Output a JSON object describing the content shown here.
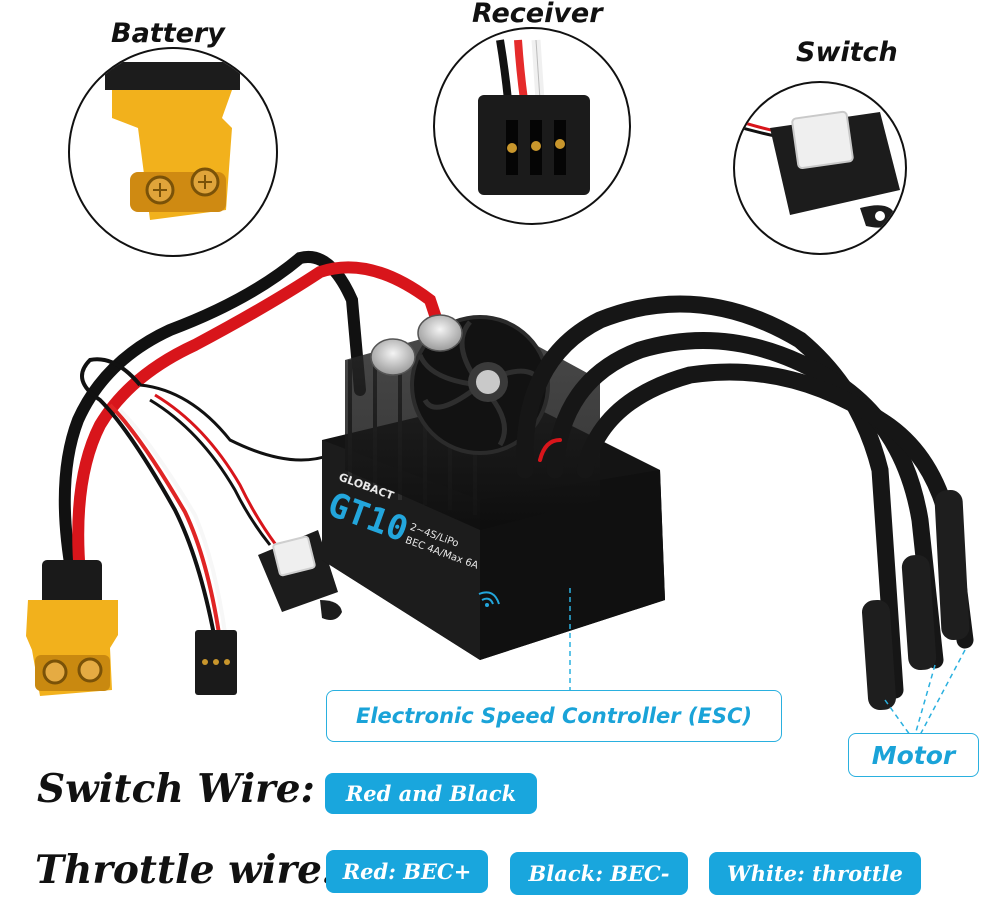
{
  "callouts": {
    "battery": "Battery",
    "receiver": "Receiver",
    "switch": "Switch"
  },
  "esc": {
    "brand": "GLOBACT",
    "model": "GT10",
    "spec_line1": "2~4S/LiPo",
    "spec_line2": "BEC 4A/Max 6A"
  },
  "labels": {
    "esc": "Electronic Speed Controller (ESC)",
    "motor": "Motor"
  },
  "switch_wire": {
    "label": "Switch Wire:",
    "value": "Red and Black"
  },
  "throttle_wire": {
    "label": "Throttle wire:",
    "values": [
      "Red: BEC+",
      "Black: BEC-",
      "White: throttle"
    ]
  },
  "colors": {
    "accent": "#19a6dd",
    "connector_yellow": "#f2b11c",
    "wire_red": "#d8151b",
    "esc_body": "#151515"
  }
}
